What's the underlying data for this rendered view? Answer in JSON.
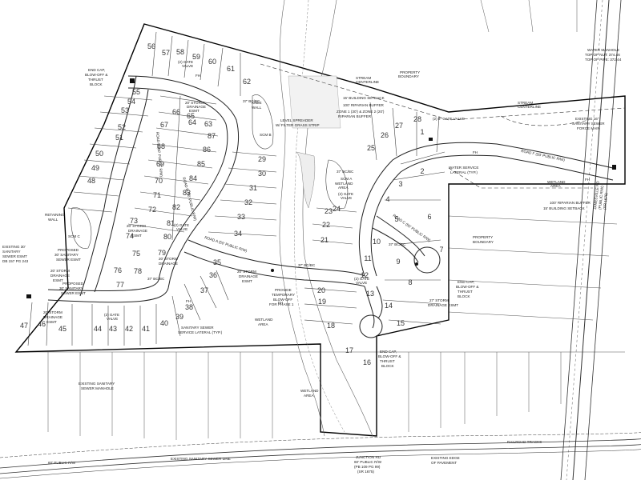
{
  "lots": {
    "l1": "1",
    "l2": "2",
    "l3": "3",
    "l4": "4",
    "l5": "5",
    "l6": "6",
    "l7": "7",
    "l8": "8",
    "l9": "9",
    "l10": "10",
    "l11": "11",
    "l12": "12",
    "l13": "13",
    "l14": "14",
    "l15": "15",
    "l16": "16",
    "l17": "17",
    "l18": "18",
    "l19": "19",
    "l20": "20",
    "l21": "21",
    "l22": "22",
    "l23": "23",
    "l24": "24",
    "l25": "25",
    "l26": "26",
    "l27": "27",
    "l28": "28",
    "l29": "29",
    "l30": "30",
    "l31": "31",
    "l32": "32",
    "l33": "33",
    "l34": "34",
    "l35": "35",
    "l36": "36",
    "l37": "37",
    "l38": "38",
    "l39": "39",
    "l40": "40",
    "l41": "41",
    "l42": "42",
    "l43": "43",
    "l44": "44",
    "l45": "45",
    "l46": "46",
    "l47": "47",
    "l48": "48",
    "l49": "49",
    "l50": "50",
    "l51": "51",
    "l52": "52",
    "l53": "53",
    "l54": "54",
    "l55": "55",
    "l56": "56",
    "l57": "57",
    "l58": "58",
    "l59": "59",
    "l60": "60",
    "l61": "61",
    "l62": "62",
    "l63": "63",
    "l64": "64",
    "l65": "65",
    "l66": "66",
    "l67": "67",
    "l68": "68",
    "l69": "69",
    "l70": "70",
    "l71": "71",
    "l72": "72",
    "l73": "73",
    "l74": "74",
    "l75": "75",
    "l76": "76",
    "l77": "77",
    "l78": "78",
    "l79": "79",
    "l80": "80",
    "l81": "81",
    "l82": "82",
    "l83": "83",
    "l84": "84",
    "l85": "85",
    "l86": "86",
    "l87": "87"
  },
  "notes": {
    "end_cap_nw_1": "END CAP,",
    "end_cap_nw_2": "BLOW-OFF &",
    "end_cap_nw_3": "THRUST",
    "end_cap_nw_4": "BLOCK",
    "gate_valve_nw_1": "(2) GATE",
    "gate_valve_nw_2": "VALVE",
    "fh": "FH",
    "bcbc": "37' BC/BC",
    "storm_esmt_1": "20' STORM",
    "storm_esmt_2": "DRAINAGE",
    "storm_esmt_3": "ESMT",
    "knee_wall_1": "KNEE",
    "knee_wall_2": "WALL",
    "scm_b": "SCM B",
    "scm_a": "SCM A",
    "scm_c": "SCM C",
    "wetland_area": "WETLAND",
    "wetland_area_2": "AREA",
    "stream_centerline": "STREAM",
    "stream_centerline_2": "CENTERLINE",
    "property_boundary": "PROPERTY",
    "property_boundary_2": "BOUNDARY",
    "building_setback": "15' BUILDING SETBACK",
    "riparian_100": "100' RIPARIAN BUFFER",
    "riparian_zone_1": "ZONE 1 (30') & ZONE 2 (20')",
    "riparian_zone_2": "RIPARIAN BUFFER",
    "level_spreader_1": "LEVEL SPREADER",
    "level_spreader_2": "W/ FILTER GRASS STRIP",
    "gate_valve_ne": "(2) 8\" GATE VALVE",
    "road_f": "ROAD F (50' PUBLIC R/W)",
    "road_a": "ROAD A (50' PUBLIC R/W)",
    "road_b": "ROAD B (50' PUBLIC R/W)",
    "road_c": "ROAD C (50' PUBLIC R/W)",
    "road_d": "ROAD D (50' PUBLIC R/W)",
    "water_manhole_1": "WATER MANHOLE",
    "water_manhole_2": "TOP OF NUT: 374.46",
    "water_manhole_3": "TOP OF PIPE: 372.44",
    "existing_sewer_1": "EXISTING 16\"",
    "existing_sewer_2": "SANITARY SEWER",
    "existing_sewer_3": "FORCE MAIN",
    "water_service_1": "WATER SERVICE",
    "water_service_2": "LATERAL (TYP.)",
    "retaining_wall_1": "RETAINING",
    "retaining_wall_2": "WALL",
    "existing_san_esmt_1": "EXISTING 30'",
    "existing_san_esmt_2": "SANITARY",
    "existing_san_esmt_3": "SEWER ESMT",
    "existing_san_esmt_4": "DB 157 PG 243",
    "proposed_san_1": "PROPOSED",
    "proposed_san_2": "30' SANITARY",
    "proposed_san_3": "SEWER ESMT",
    "storm_drain_esmt_1": "20' STORM",
    "storm_drain_esmt_2": "DRAINAGE",
    "storm_drain_esmt_3": "ESMT",
    "san_lateral_1": "SANITARY SEWER",
    "san_lateral_2": "SERVICE LATERAL (TYP.)",
    "temp_blowoff_1": "PROVIDE",
    "temp_blowoff_2": "TEMPORARY",
    "temp_blowoff_3": "BLOW-OFF",
    "temp_blowoff_4": "FOR PHASE 1",
    "existing_manhole_1": "EXISTING SANITARY",
    "existing_manhole_2": "SEWER MANHOLE",
    "public_rw_60": "60' PUBLIC R/W",
    "existing_san_line": "EXISTING SANITARY SEWER LINE",
    "junction_1": "JUNCTION RD",
    "junction_2": "60' PUBLIC R/W",
    "junction_3": "(PB 109 PG 99)",
    "junction_4": "(SR 1675)",
    "existing_pavement_1": "EXISTING EDGE",
    "existing_pavement_2": "OF PAVEMENT",
    "railroad": "RAILROAD TRACKS",
    "riparian_buffer_100": "100' RIPARIAN BUFFER",
    "end_cap_se_1": "END CAP,",
    "end_cap_se_2": "BLOW-OFF &",
    "end_cap_se_3": "THRUST",
    "end_cap_se_4": "BLOCK",
    "storm_drain_27_1": "27' STORM",
    "storm_drain_27_2": "DRAINAGE ESMT",
    "gate_valve_s_1": "(2) GATE",
    "gate_valve_s_2": "VALVE",
    "jamesville_1": "JAMESVILLE RD",
    "jamesville_2": "(PUBLIC R/W)",
    "jamesville_3": "(SR 1675)"
  }
}
